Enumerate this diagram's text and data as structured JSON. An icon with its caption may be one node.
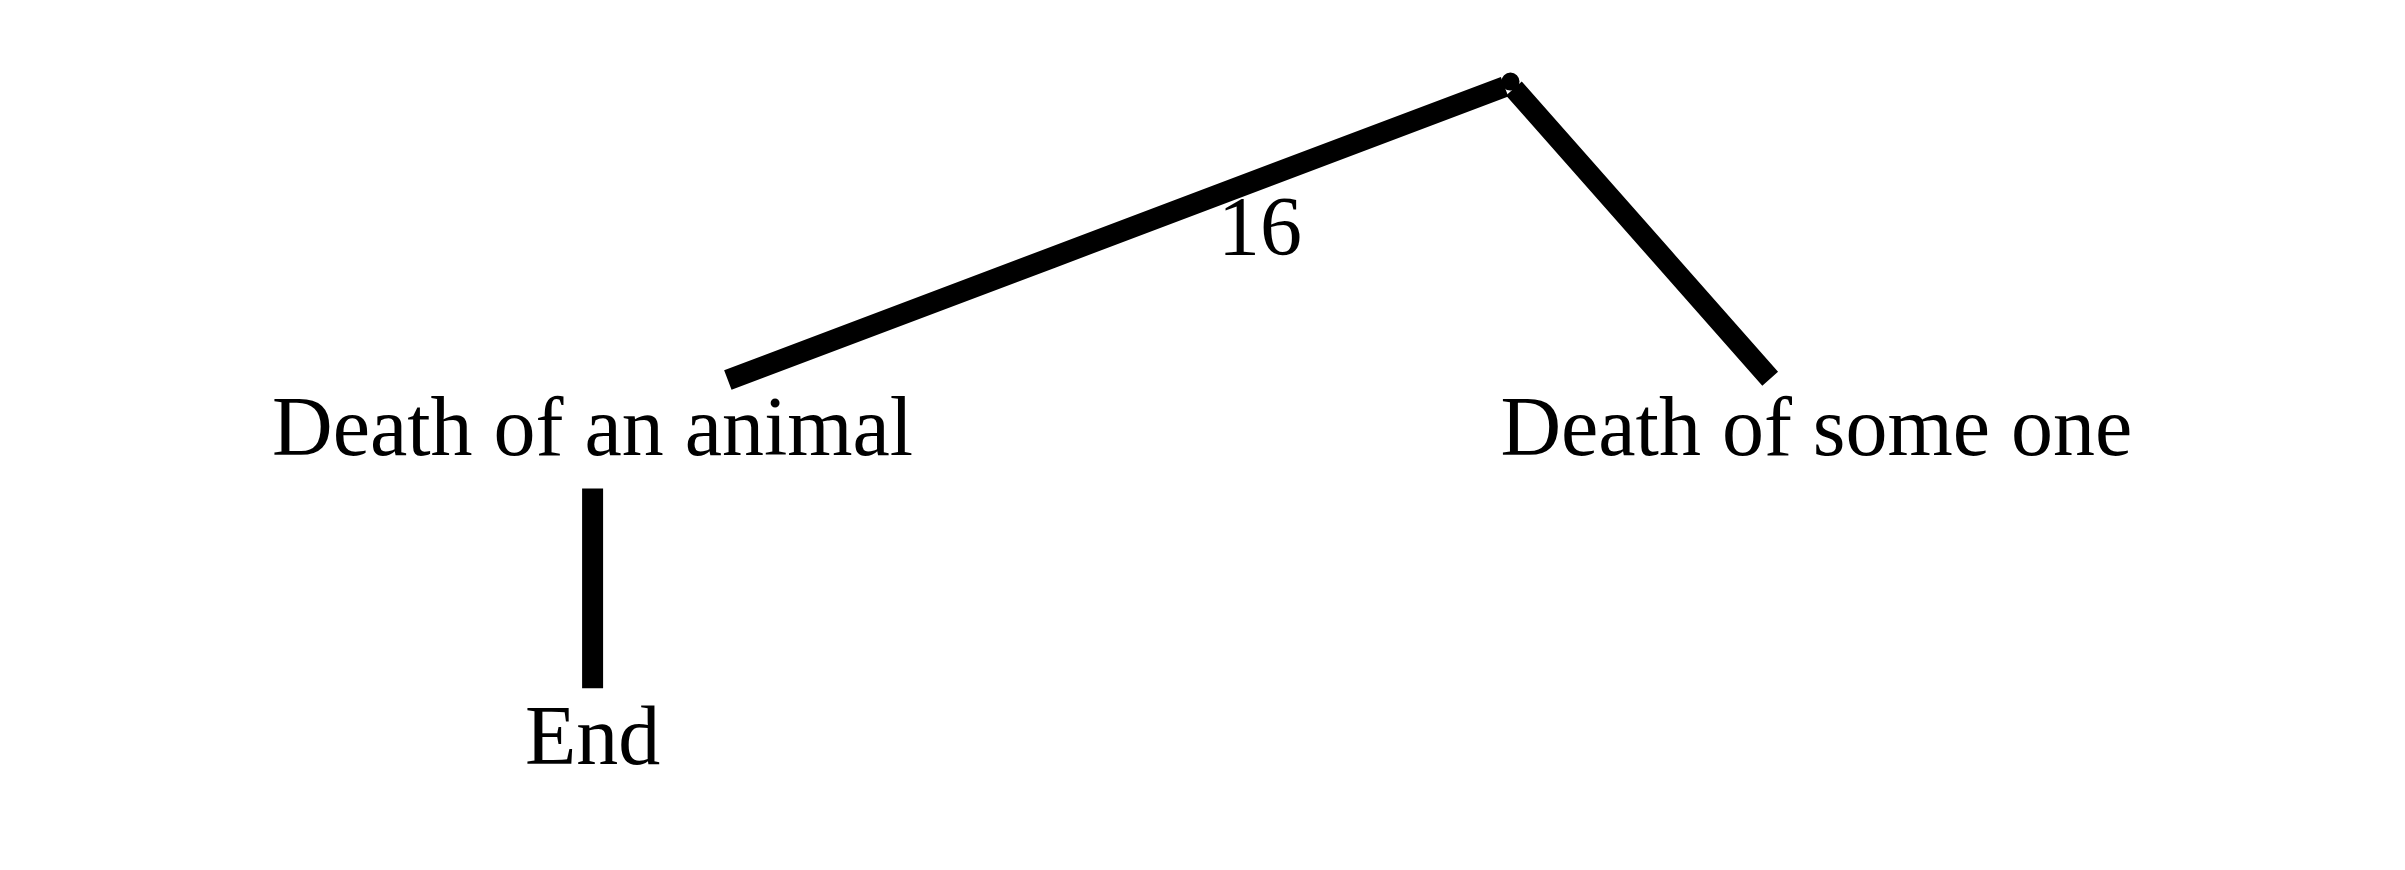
{
  "diagram": {
    "nodes": [
      {
        "text": [],
        "shape": "point"
      },
      {
        "text": [
          "Death of an animal"
        ]
      },
      {
        "text": [
          "Death of some one"
        ]
      },
      {
        "text": [
          "End"
        ]
      }
    ],
    "edges": [
      {
        "from": 0,
        "to": 1,
        "arrow": "none",
        "label": "16"
      },
      {
        "from": 0,
        "to": 2,
        "arrow": "none"
      },
      {
        "from": 1,
        "to": 3,
        "arrow": "none"
      }
    ]
  }
}
